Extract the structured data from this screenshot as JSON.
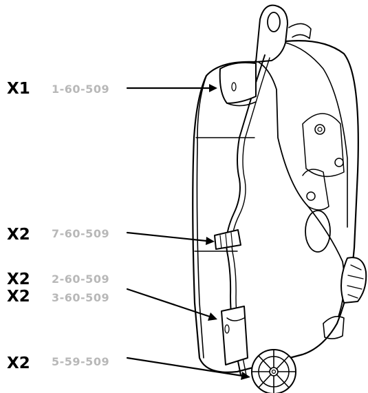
{
  "callouts": [
    {
      "qty": "X1",
      "part": "1-60-509"
    },
    {
      "qty": "X2",
      "part": "7-60-509"
    },
    {
      "qty": "X2",
      "part": "2-60-509"
    },
    {
      "qty": "X2",
      "part": "3-60-509"
    },
    {
      "qty": "X2",
      "part": "5-59-509"
    }
  ],
  "colors": {
    "line": "#000000",
    "part_label": "#b8b8b8",
    "fill": "#ffffff"
  }
}
